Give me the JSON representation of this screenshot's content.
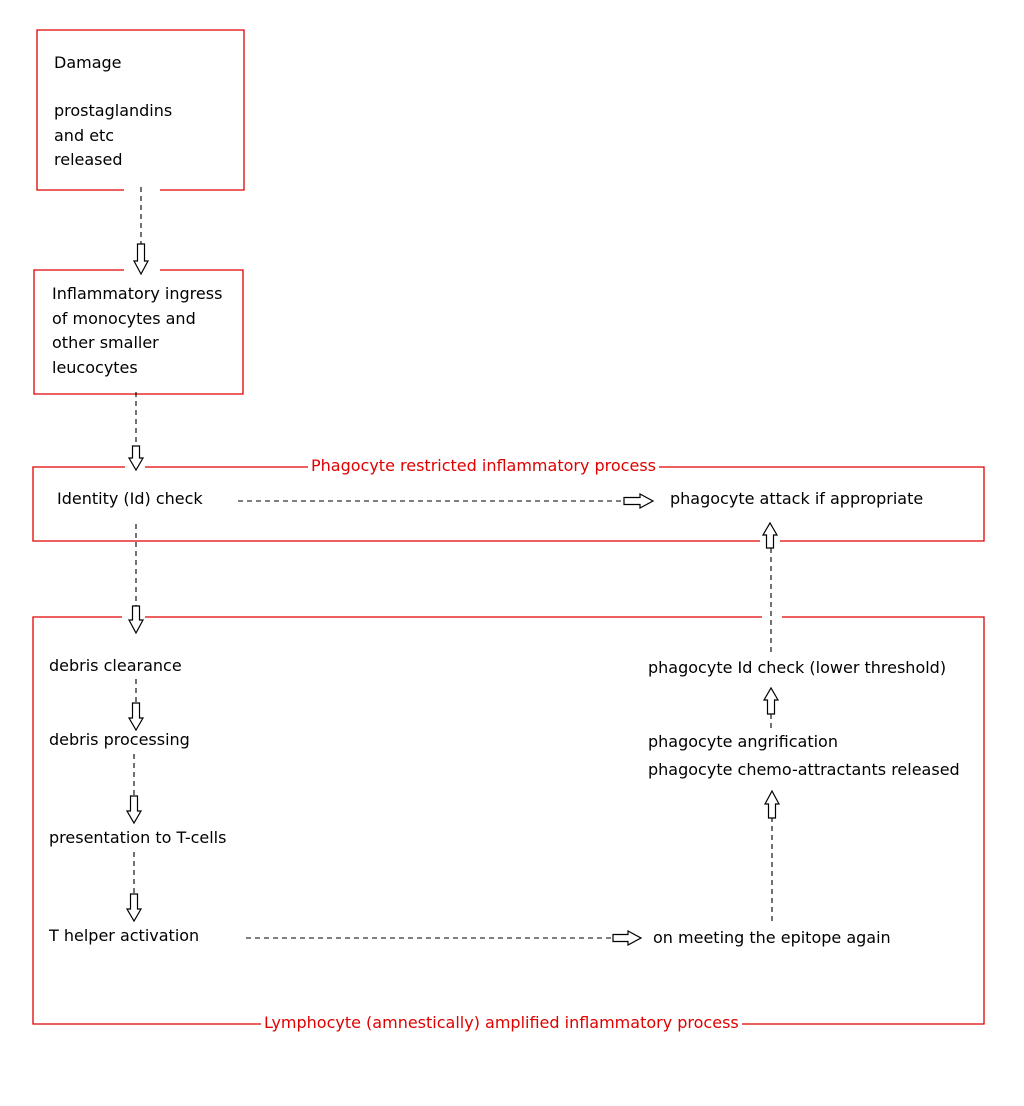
{
  "colors": {
    "frame": "#e00000",
    "text": "#000000",
    "connector": "#000000"
  },
  "box_damage": {
    "title": "Damage",
    "text": "prostaglandins\nand etc\nreleased"
  },
  "box_ingress": {
    "text": "Inflammatory ingress\nof monocytes and\nother smaller\nleucocytes"
  },
  "phagocyte_region": {
    "title": "Phagocyte restricted inflammatory process",
    "identity_check": "Identity (Id) check",
    "attack": "phagocyte attack if appropriate"
  },
  "lymphocyte_region": {
    "title": "Lymphocyte (amnestically) amplified inflammatory process",
    "steps_left": [
      "debris clearance",
      "debris processing",
      "presentation to T-cells",
      "T helper activation"
    ],
    "meeting": "on meeting the epitope again",
    "chemo_line1": "phagocyte angrification",
    "chemo_line2": "phagocyte chemo-attractants released",
    "id_check_lower": "phagocyte Id check (lower threshold)"
  }
}
